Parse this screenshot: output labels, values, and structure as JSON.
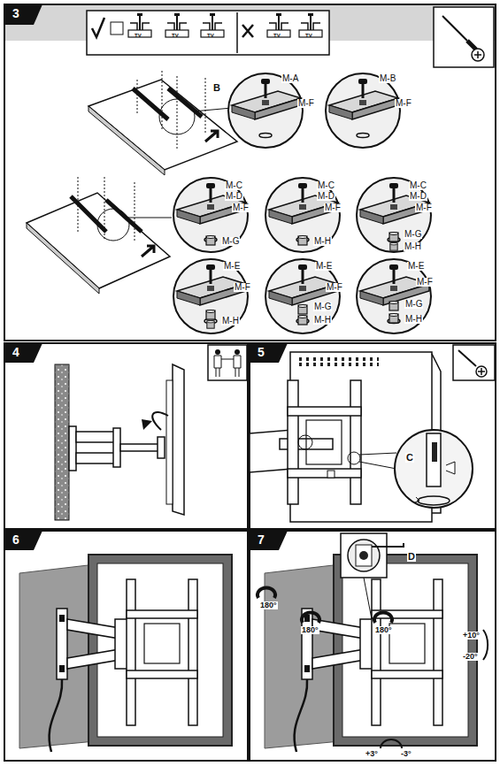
{
  "diagram": {
    "labels": [
      "3",
      "TV",
      "TV",
      "TV",
      "TV",
      "TV",
      "B",
      "M-A",
      "M-F",
      "M-B",
      "M-F",
      "M-C",
      "M-D",
      "M-F",
      "M-G",
      "M-C",
      "M-D",
      "M-F",
      "M-H",
      "M-C",
      "M-D",
      "M-F",
      "M-G",
      "M-H",
      "M-E",
      "M-F",
      "M-H",
      "M-E",
      "M-F",
      "M-G",
      "M-H",
      "M-E",
      "M-F",
      "M-G",
      "M-H",
      "4",
      "5",
      "C",
      "6",
      "7",
      "180°",
      "180°",
      "180°",
      "D",
      "+10°",
      "-20°",
      "+3°",
      "-3°"
    ]
  }
}
